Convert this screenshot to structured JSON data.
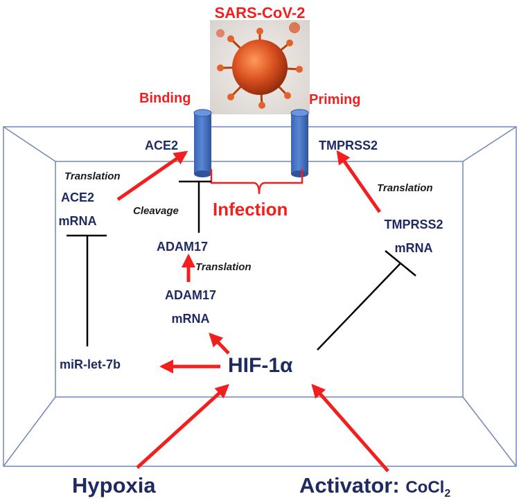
{
  "title": "SARS-CoV-2",
  "virus_icon": "coronavirus-particle",
  "labels": {
    "binding": "Binding",
    "priming": "Priming",
    "ace2": "ACE2",
    "tmprss2": "TMPRSS2",
    "ace2_mrna_1": "ACE2",
    "ace2_mrna_2": "mRNA",
    "translation_ace2": "Translation",
    "translation_tmprss2": "Translation",
    "translation_adam17": "Translation",
    "cleavage": "Cleavage",
    "infection": "Infection",
    "tmprss2_mrna_1": "TMPRSS2",
    "tmprss2_mrna_2": "mRNA",
    "adam17": "ADAM17",
    "adam17_mrna_1": "ADAM17",
    "adam17_mrna_2": "mRNA",
    "mir_let7b": "miR-let-7b",
    "hif1a": "HIF-1α",
    "hypoxia": "Hypoxia",
    "activator": "Activator:",
    "cocl2_base": "CoCl",
    "cocl2_sub": "2"
  },
  "colors": {
    "activation_arrow": "#f21f1f",
    "inhibition_line": "#000000",
    "text_navy": "#1f2a63",
    "text_red": "#f21f1f",
    "receptor_blue": "#4472c4",
    "cell_border": "#6f87b8"
  }
}
